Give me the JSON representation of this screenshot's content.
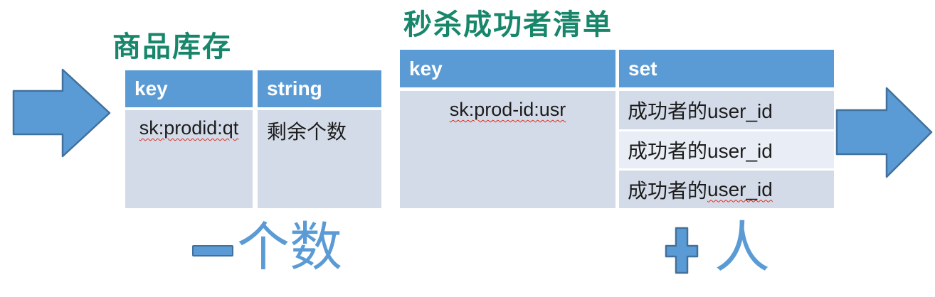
{
  "colors": {
    "accent_blue": "#5B9BD5",
    "shape_border": "#41719C",
    "title_green": "#17866B",
    "cell_bg": "#D4DBE8",
    "cell_bg_alt": "#E9EDF5",
    "header_text": "#ffffff",
    "spellcheck_red": "#DD2C1A"
  },
  "left_section": {
    "title": "商品库存",
    "table": {
      "headers": [
        "key",
        "string"
      ],
      "row": {
        "key": "sk:prodid:qt",
        "value": "剩余个数"
      }
    },
    "caption": {
      "operator": "minus",
      "label": "个数"
    }
  },
  "right_section": {
    "title": "秒杀成功者清单",
    "table": {
      "headers": [
        "key",
        "set"
      ],
      "key_value": "sk:prod-id:usr",
      "set_rows": [
        {
          "text": "成功者的user_id"
        },
        {
          "text": "成功者的user_id"
        },
        {
          "prefix": "成功者的",
          "misspelled": "user_id"
        }
      ]
    },
    "caption": {
      "operator": "plus",
      "label": "人"
    }
  }
}
